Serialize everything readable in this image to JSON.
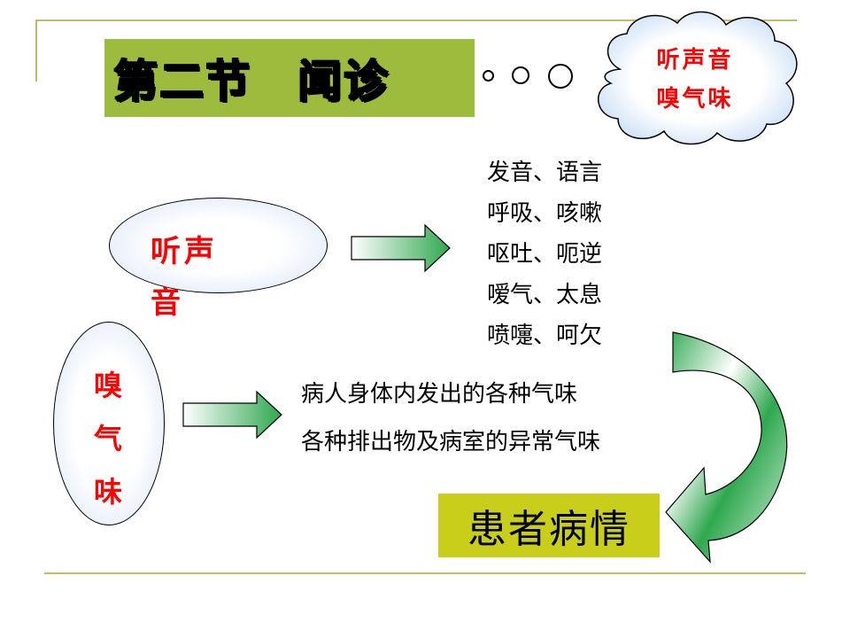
{
  "slide": {
    "title": "第二节　闻诊",
    "cloud": {
      "line1": "听声音",
      "line2": "嗅气味"
    },
    "listen": {
      "label": "听声音",
      "items": [
        "发音、语言",
        "呼吸、咳嗽",
        "呕吐、呃逆",
        "嗳气、太息",
        "喷嚏、呵欠"
      ]
    },
    "smell": {
      "label_lines": [
        "嗅",
        "气",
        "味"
      ],
      "items": [
        "病人身体内发出的各种气味",
        "各种排出物及病室的异常气味"
      ]
    },
    "conclusion": "患者病情",
    "colors": {
      "title_bg": "#9dbb3d",
      "conclusion_bg": "#c9ce1b",
      "label_red": "#ff0000",
      "frame_line": "#c6b860"
    }
  }
}
